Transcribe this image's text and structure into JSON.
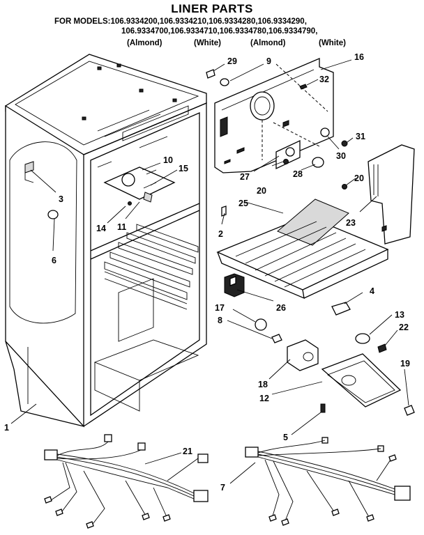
{
  "title": "LINER PARTS",
  "models": {
    "line1": "FOR MODELS:106.9334200,106.9334210,106.9334280,106.9334290,",
    "line2": "106.9334700,106.9334710,106.9334780,106.9334790,",
    "variants": [
      "(Almond)",
      "(White)",
      "(Almond)",
      "(White)"
    ]
  },
  "callouts": [
    "29",
    "9",
    "16",
    "32",
    "31",
    "30",
    "27",
    "28",
    "20",
    "20",
    "25",
    "23",
    "2",
    "10",
    "15",
    "3",
    "14",
    "11",
    "6",
    "4",
    "26",
    "17",
    "8",
    "13",
    "22",
    "18",
    "12",
    "19",
    "1",
    "5",
    "21",
    "7"
  ]
}
